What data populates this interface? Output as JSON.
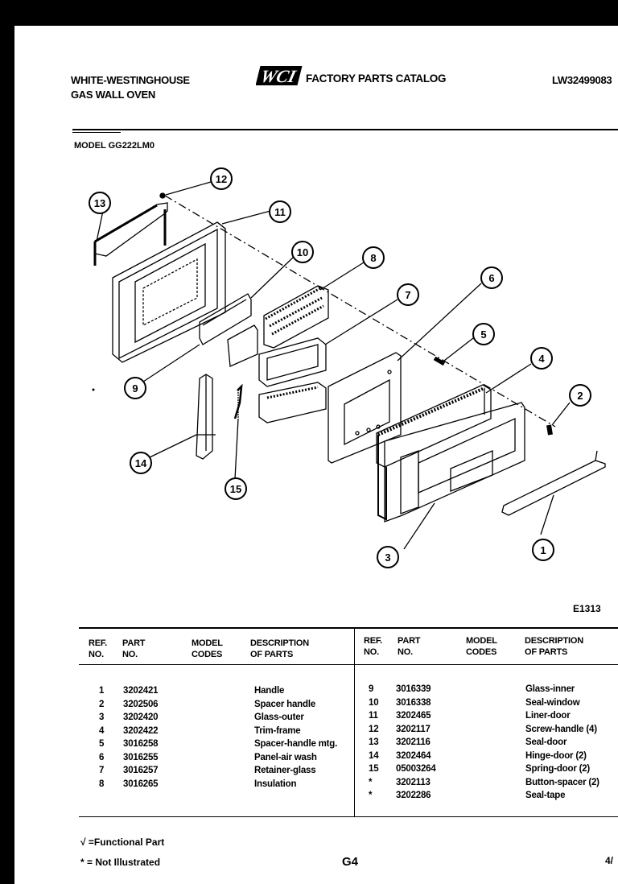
{
  "header": {
    "brand_line1": "WHITE-WESTINGHOUSE",
    "brand_line2": "GAS WALL OVEN",
    "logo_text": "WCI",
    "catalog_title": "FACTORY PARTS CATALOG",
    "doc_code": "LW32499083",
    "model_label": "MODEL GG222LM0"
  },
  "diagram": {
    "figure_code": "E1313",
    "callouts": [
      "1",
      "2",
      "3",
      "4",
      "5",
      "6",
      "7",
      "8",
      "9",
      "10",
      "11",
      "12",
      "13",
      "14",
      "15"
    ]
  },
  "table": {
    "columns": {
      "ref_no": [
        "REF.",
        "NO."
      ],
      "part_no": [
        "PART",
        "NO."
      ],
      "model_codes": [
        "MODEL",
        "CODES"
      ],
      "description": [
        "DESCRIPTION",
        "OF PARTS"
      ]
    },
    "left_rows": [
      {
        "ref": "1",
        "part": "3202421",
        "desc": "Handle"
      },
      {
        "ref": "2",
        "part": "3202506",
        "desc": "Spacer handle"
      },
      {
        "ref": "3",
        "part": "3202420",
        "desc": "Glass-outer"
      },
      {
        "ref": "4",
        "part": "3202422",
        "desc": "Trim-frame"
      },
      {
        "ref": "5",
        "part": "3016258",
        "desc": "Spacer-handle mtg."
      },
      {
        "ref": "6",
        "part": "3016255",
        "desc": "Panel-air wash"
      },
      {
        "ref": "7",
        "part": "3016257",
        "desc": "Retainer-glass"
      },
      {
        "ref": "8",
        "part": "3016265",
        "desc": "Insulation"
      }
    ],
    "right_rows": [
      {
        "ref": "9",
        "part": "3016339",
        "desc": "Glass-inner"
      },
      {
        "ref": "10",
        "part": "3016338",
        "desc": "Seal-window"
      },
      {
        "ref": "11",
        "part": "3202465",
        "desc": "Liner-door"
      },
      {
        "ref": "12",
        "part": "3202117",
        "desc": "Screw-handle (4)"
      },
      {
        "ref": "13",
        "part": "3202116",
        "desc": "Seal-door"
      },
      {
        "ref": "14",
        "part": "3202464",
        "desc": "Hinge-door (2)"
      },
      {
        "ref": "15",
        "part": "05003264",
        "desc": "Spring-door (2)"
      },
      {
        "ref": "*",
        "part": "3202113",
        "desc": "Button-spacer (2)"
      },
      {
        "ref": "*",
        "part": "3202286",
        "desc": "Seal-tape"
      }
    ]
  },
  "footer": {
    "legend_functional": "√ =Functional Part",
    "legend_not_illustrated": "* = Not Illustrated",
    "page_code": "G4",
    "page_fragment": "4/"
  }
}
